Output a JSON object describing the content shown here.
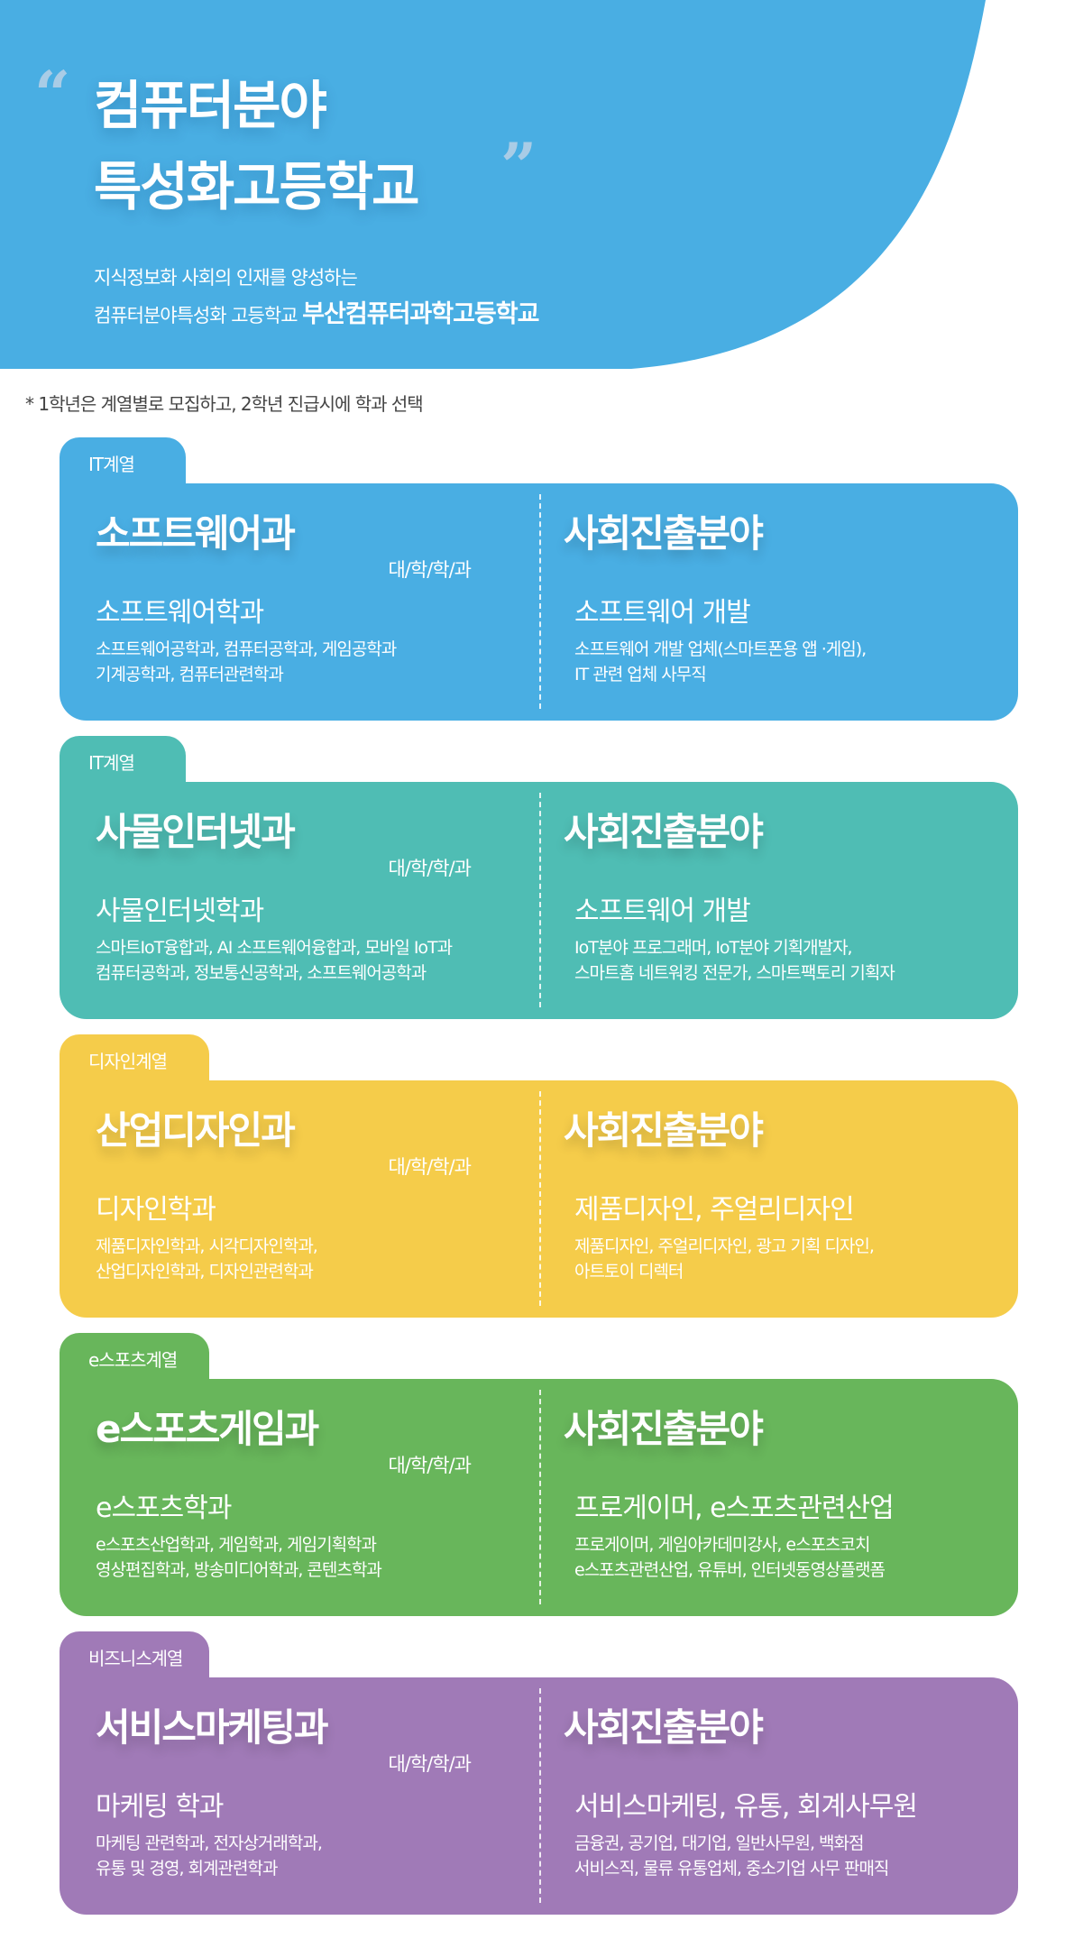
{
  "header": {
    "open_quote": "“",
    "close_quote": "”",
    "title_line1": "컴퓨터분야",
    "title_line2": "특성화고등학교",
    "subtitle_line1": "지식정보화 사회의 인재를 양성하는",
    "subtitle_line2_prefix": "컴퓨터분야특성화 고등학교",
    "school_name": "부산컴퓨터과학고등학교",
    "bg_color": "#49AEE3"
  },
  "note": "* 1학년은 계열별로 모집하고, 2학년 진급시에 학과 선택",
  "cards": [
    {
      "category": "IT계열",
      "color": "#49AEE3",
      "dept": "소프트웨어과",
      "unit_label": "대/학/학/과",
      "univ_major": "소프트웨어학과",
      "univ_details": "소프트웨어공학과, 컴퓨터공학과, 게임공학과\n기계공학과, 컴퓨터관련학과",
      "career_title": "사회진출분야",
      "career_field": "소프트웨어 개발",
      "career_details": "소프트웨어 개발 업체(스마트폰용 앱 ·게임),\nIT 관련 업체 사무직"
    },
    {
      "category": "IT계열",
      "color": "#4FBDB4",
      "dept": "사물인터넷과",
      "unit_label": "대/학/학/과",
      "univ_major": "사물인터넷학과",
      "univ_details": "스마트IoT융합과, AI 소프트웨어융합과, 모바일 IoT과\n컴퓨터공학과, 정보통신공학과, 소프트웨어공학과",
      "career_title": "사회진출분야",
      "career_field": "소프트웨어 개발",
      "career_details": "IoT분야 프로그래머, IoT분야 기획개발자,\n스마트홈 네트워킹 전문가, 스마트팩토리 기획자"
    },
    {
      "category": "디자인계열",
      "color": "#F5CC4A",
      "dept": "산업디자인과",
      "unit_label": "대/학/학/과",
      "univ_major": "디자인학과",
      "univ_details": "제품디자인학과, 시각디자인학과,\n산업디자인학과, 디자인관련학과",
      "career_title": "사회진출분야",
      "career_field": "제품디자인, 주얼리디자인",
      "career_details": "제품디자인, 주얼리디자인, 광고 기획 디자인,\n아트토이 디렉터"
    },
    {
      "category": "e스포츠계열",
      "color": "#68B65B",
      "dept": "e스포츠게임과",
      "unit_label": "대/학/학/과",
      "univ_major": "e스포츠학과",
      "univ_details": "e스포츠산업학과, 게임학과, 게임기획학과\n영상편집학과, 방송미디어학과, 콘텐츠학과",
      "career_title": "사회진출분야",
      "career_field": "프로게이머, e스포츠관련산업",
      "career_details": "프로게이머, 게임아카데미강사, e스포츠코치\ne스포츠관련산업, 유튜버, 인터넷동영상플랫폼"
    },
    {
      "category": "비즈니스계열",
      "color": "#A07AB7",
      "dept": "서비스마케팅과",
      "unit_label": "대/학/학/과",
      "univ_major": "마케팅 학과",
      "univ_details": "마케팅 관련학과, 전자상거래학과,\n유통 및 경영, 회계관련학과",
      "career_title": "사회진출분야",
      "career_field": "서비스마케팅, 유통, 회계사무원",
      "career_details": "금융권, 공기업, 대기업, 일반사무원, 백화점\n서비스직, 물류 유통업체, 중소기업 사무  판매직"
    }
  ]
}
